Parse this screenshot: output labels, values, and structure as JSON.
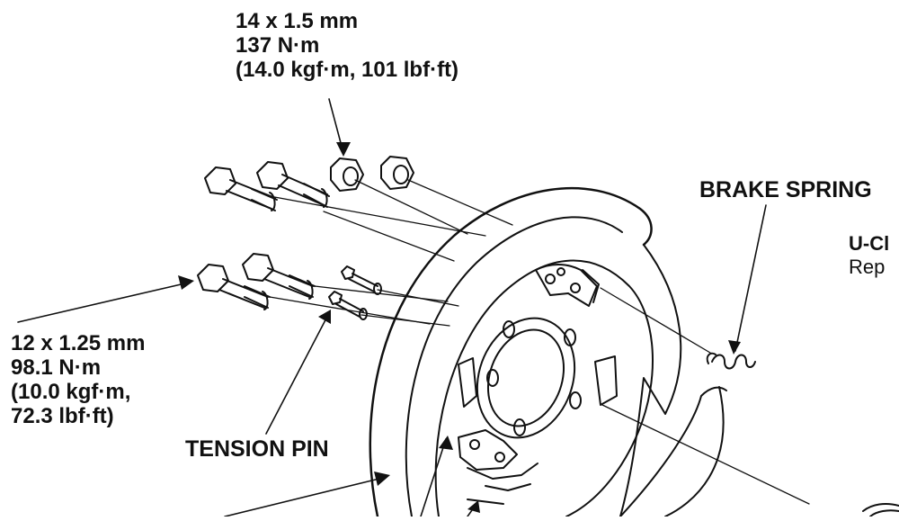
{
  "upper_bolt_spec": {
    "size": "14 x 1.5 mm",
    "torque": "137 N·m",
    "alt": "(14.0 kgf·m, 101 lbf·ft)"
  },
  "lower_bolt_spec": {
    "size": "12 x 1.25 mm",
    "torque": "98.1 N·m",
    "alt_line1": "(10.0 kgf·m,",
    "alt_line2": "72.3 lbf·ft)"
  },
  "labels": {
    "tension_pin": "TENSION PIN",
    "brake_spring": "BRAKE SPRING",
    "u_clip": "U-Cl",
    "u_clip_sub": "Rep"
  },
  "colors": {
    "ink": "#111111",
    "background": "#ffffff"
  }
}
